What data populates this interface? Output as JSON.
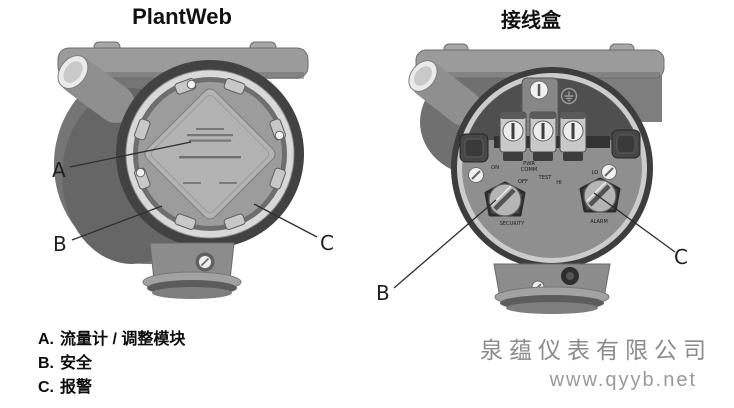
{
  "figures": {
    "left": {
      "title": "PlantWeb",
      "callouts": {
        "a": "A",
        "b": "B",
        "c": "C"
      }
    },
    "right": {
      "title": "接线盒",
      "callouts": {
        "b": "B",
        "c": "C"
      },
      "markings": {
        "on": "ON",
        "off": "OFF",
        "test": "TEST",
        "hi": "HI",
        "lo": "LO",
        "pwr": "PWR",
        "comm": "COMM",
        "security": "SECURITY",
        "alarm": "ALARM"
      }
    }
  },
  "legend": {
    "items": [
      {
        "key": "A.",
        "label": "流量计 / 调整模块"
      },
      {
        "key": "B.",
        "label": "安全"
      },
      {
        "key": "C.",
        "label": "报警"
      }
    ]
  },
  "watermark": {
    "company": "泉蕴仪表有限公司",
    "website": "www.qyyb.net"
  },
  "colors": {
    "title_text": "#111111",
    "leader_line": "#2e2e2e",
    "watermark_gray": "#8b8b8b",
    "housing_gray": "#9b9b9b",
    "dark_ring": "#3d3d3d"
  }
}
